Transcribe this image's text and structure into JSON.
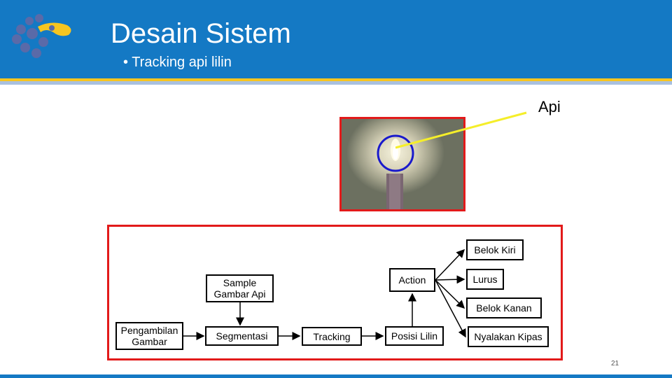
{
  "header": {
    "title": "Desain Sistem",
    "subtitle": "• Tracking api lilin"
  },
  "photo_label": "Api",
  "diagram": {
    "boxes": {
      "pengambilan": "Pengambilan\nGambar",
      "sample": "Sample\nGambar Api",
      "segmentasi": "Segmentasi",
      "tracking": "Tracking",
      "posisi": "Posisi Lilin",
      "action": "Action",
      "belok_kiri": "Belok Kiri",
      "lurus": "Lurus",
      "belok_kanan": "Belok Kanan",
      "kipas": "Nyalakan Kipas"
    }
  },
  "page_number": "21",
  "colors": {
    "header_blue": "#1479c4",
    "accent_yellow": "#f7c520",
    "frame_red": "#e21a1a",
    "circle_blue": "#1a1acc",
    "pointer_yellow": "#f5ee2a"
  }
}
